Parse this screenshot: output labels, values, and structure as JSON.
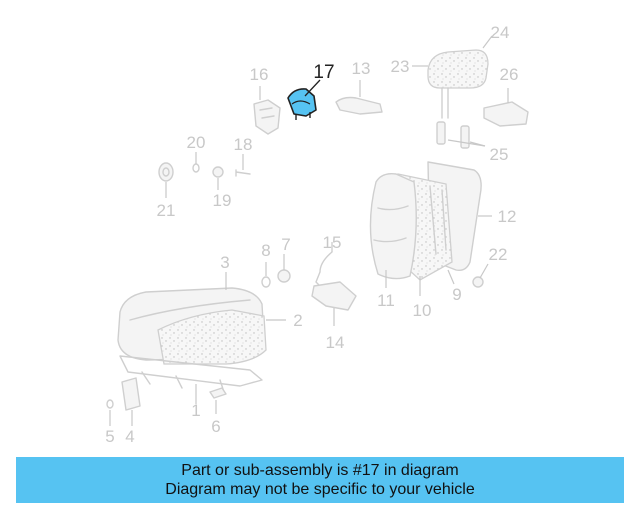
{
  "diagram": {
    "highlighted_part": "17",
    "highlight_color": "#56c3f2",
    "labels": [
      "24",
      "23",
      "26",
      "16",
      "17",
      "13",
      "25",
      "20",
      "18",
      "21",
      "19",
      "12",
      "15",
      "8",
      "7",
      "22",
      "3",
      "11",
      "10",
      "9",
      "2",
      "14",
      "1",
      "5",
      "4",
      "6"
    ]
  },
  "banner": {
    "line1": "Part or sub-assembly is #17 in diagram",
    "line2": "Diagram may not be specific to your vehicle",
    "background": "#56c3f2"
  }
}
